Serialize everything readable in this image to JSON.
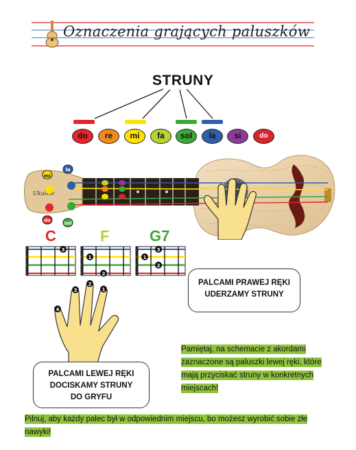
{
  "title": "Oznaczenia grających paluszków",
  "strings_heading": "STRUNY",
  "notes": [
    {
      "label": "do",
      "color": "#e5242b",
      "text_color": "#111111"
    },
    {
      "label": "re",
      "color": "#f08a1c",
      "text_color": "#111111"
    },
    {
      "label": "mi",
      "color": "#ffe100",
      "text_color": "#111111"
    },
    {
      "label": "fa",
      "color": "#b7d334",
      "text_color": "#111111"
    },
    {
      "label": "sol",
      "color": "#3aa935",
      "text_color": "#111111"
    },
    {
      "label": "la",
      "color": "#2f5eab",
      "text_color": "#111111"
    },
    {
      "label": "si",
      "color": "#8e3a9a",
      "text_color": "#111111"
    },
    {
      "label": "do",
      "color": "#d7262b",
      "text_color": "#ffffff"
    }
  ],
  "string_colors": [
    "#e5242b",
    "#ffe100",
    "#3aa935",
    "#2f5eab"
  ],
  "tuning_pegs": [
    "mi",
    "la",
    "sol",
    "do"
  ],
  "chords": [
    {
      "name": "C",
      "color": "#e5242b",
      "fingers": [
        "3"
      ]
    },
    {
      "name": "F",
      "color": "#b7d334",
      "fingers": [
        "1",
        "2"
      ]
    },
    {
      "name": "G7",
      "color": "#3aa935",
      "fingers": [
        "3",
        "1",
        "2"
      ]
    }
  ],
  "left_hand_fingers": [
    "1",
    "2",
    "3",
    "4"
  ],
  "right_hand_label": "PALCAMI PRAWEJ RĘKI UDERZAMY STRUNY",
  "right_hand_lines": [
    "PALCAMI PRAWEJ RĘKI",
    "UDERZAMY STRUNY"
  ],
  "left_hand_lines": [
    "PALCAMI LEWEJ RĘKI",
    "DOCISKAMY STRUNY",
    "DO GRYFU"
  ],
  "tip_1": "Pamiętaj, na schemacie z akordami zaznaczone są paluszki lewej ręki, które mają przyciskać struny w konkretnych miejscach!",
  "tip_2": "Pilnuj, aby każdy palec był w odpowiednim miejscu, bo możesz wyrobić sobie złe nawyki!"
}
